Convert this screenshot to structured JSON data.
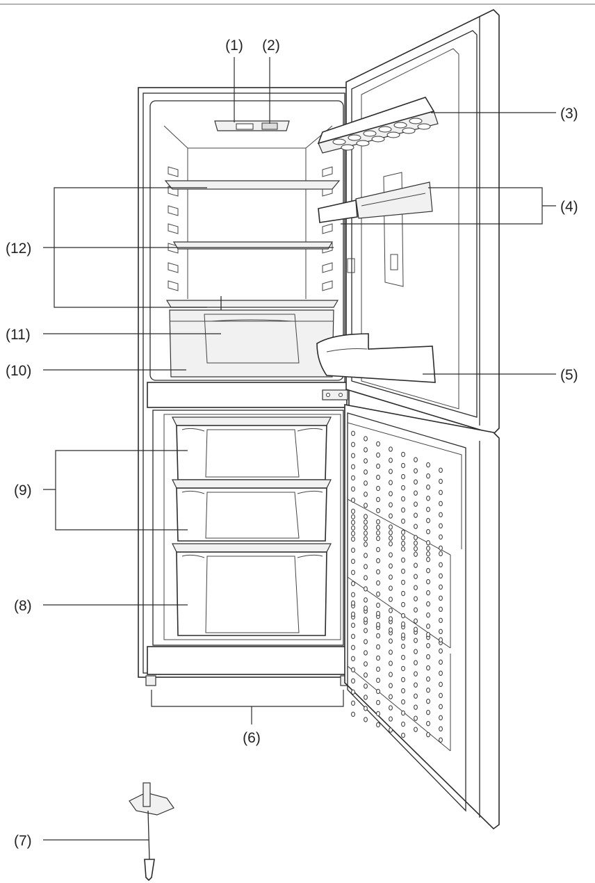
{
  "callouts": {
    "c1": "(1)",
    "c2": "(2)",
    "c3": "(3)",
    "c4": "(4)",
    "c5": "(5)",
    "c6": "(6)",
    "c7": "(7)",
    "c8": "(8)",
    "c9": "(9)",
    "c10": "(10)",
    "c11": "(11)",
    "c12": "(12)"
  },
  "colors": {
    "line": "#2b2b2b",
    "background": "#ffffff",
    "top_rule": "#9a9a9a"
  }
}
